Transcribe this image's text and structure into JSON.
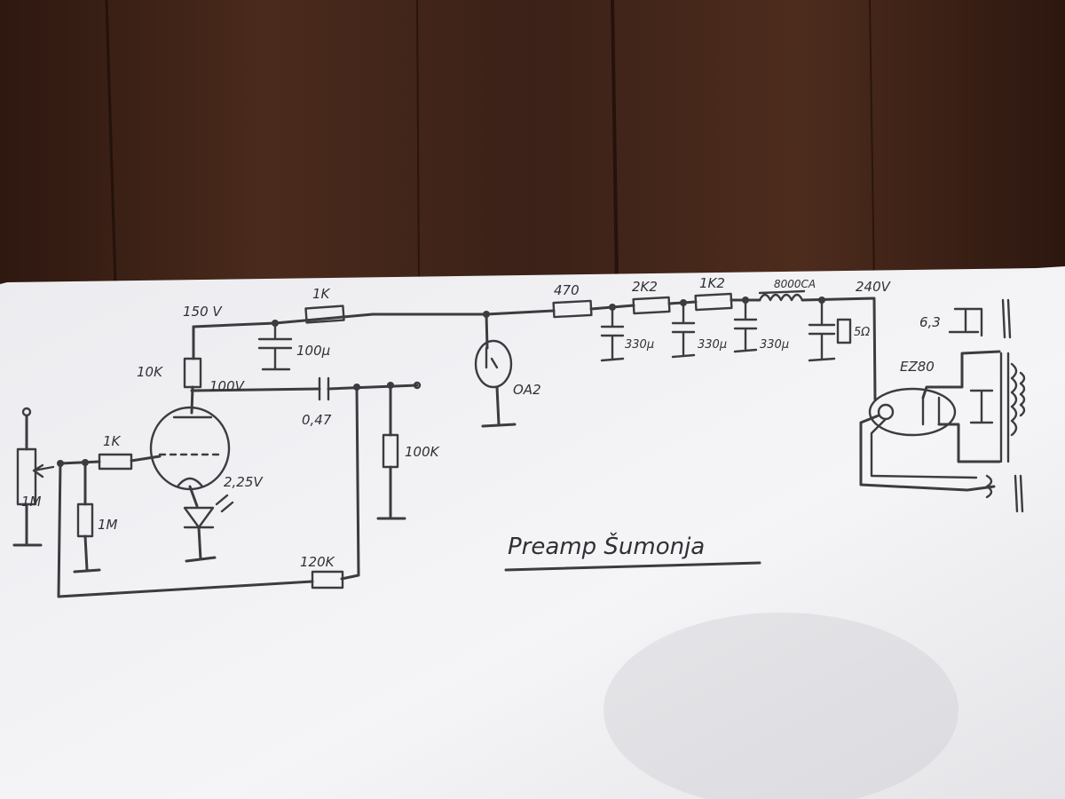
{
  "title": "Preamp Šumonja",
  "labels": {
    "r_150v": "150 V",
    "r_1k_top": "1K",
    "r_10k": "10K",
    "v_100v": "100V",
    "c_100u": "100µ",
    "c_047": "0,47",
    "r_1k_grid": "1K",
    "r_1m_pot": "1M",
    "r_1m": "1M",
    "v_225": "2,25V",
    "r_100k": "100K",
    "r_120k": "120K",
    "tube_oa2": "OA2",
    "r_470": "470",
    "r_2k2": "2K2",
    "r_1k2": "1K2",
    "l_8000": "8000CA",
    "v_240": "240V",
    "c_330_1": "330µ",
    "c_330_2": "330µ",
    "c_330_3": "330µ",
    "r_5r": "5Ω",
    "v_63": "6,3",
    "tube_ez80": "EZ80"
  },
  "colors": {
    "ink": "#3c3c40",
    "paper": "#f1f1f3",
    "wood": "#3a2016"
  }
}
